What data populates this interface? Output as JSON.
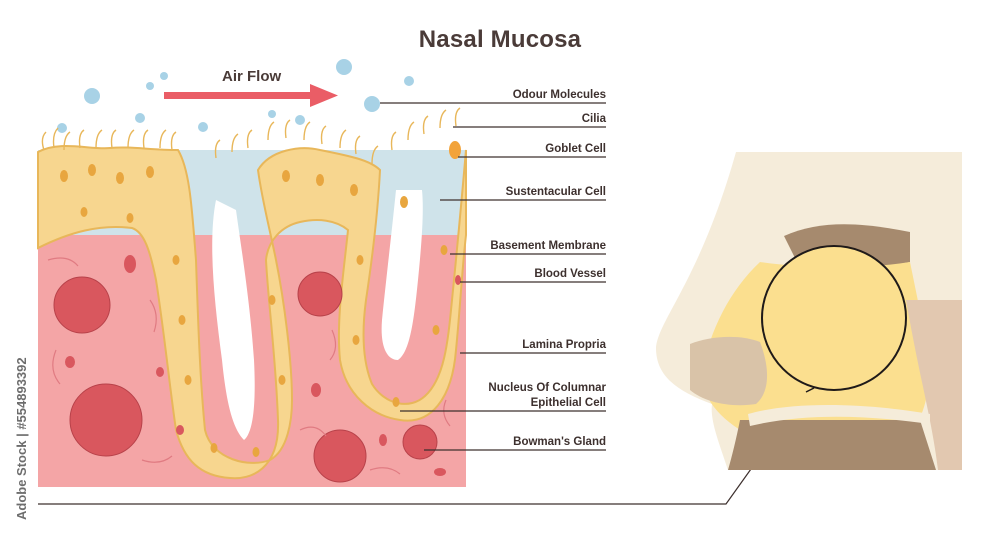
{
  "title": "Nasal Mucosa",
  "air_flow_label": "Air Flow",
  "labels": [
    {
      "id": "odour-molecules",
      "text": "Odour Molecules"
    },
    {
      "id": "cilia",
      "text": "Cilia"
    },
    {
      "id": "goblet-cell",
      "text": "Goblet Cell"
    },
    {
      "id": "sustentacular-cell",
      "text": "Sustentacular Cell"
    },
    {
      "id": "basement-membrane",
      "text": "Basement Membrane"
    },
    {
      "id": "blood-vessel",
      "text": "Blood Vessel"
    },
    {
      "id": "lamina-propria",
      "text": "Lamina Propria"
    },
    {
      "id": "nucleus-line1",
      "text": "Nucleus Of Columnar"
    },
    {
      "id": "nucleus-line2",
      "text": "Epithelial Cell"
    },
    {
      "id": "bowmans-gland",
      "text": "Bowman's Gland"
    }
  ],
  "stock_credit": "Adobe Stock | #554893392",
  "colors": {
    "title_text": "#4a3b38",
    "arrow": "#ea5d66",
    "mucus": "#cfe3ea",
    "odour_dot": "#a8d2e6",
    "epithelium": "#f7d68f",
    "epithelium_outline": "#e8b75a",
    "lamina": "#f4a5a6",
    "gland": "#d9575e",
    "nose_skin": "#f5ecda",
    "nose_cavity": "#fbdf8f",
    "nose_bone": "#c9aa8c",
    "nose_dark": "#a68a6e"
  }
}
